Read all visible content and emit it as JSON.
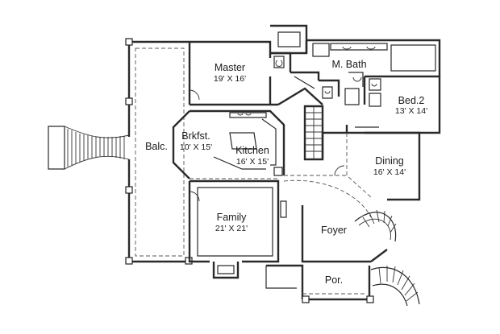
{
  "rooms": {
    "master": {
      "name": "Master",
      "dims": "19' X 16'"
    },
    "mbath": {
      "name": "M. Bath",
      "dims": ""
    },
    "bed2": {
      "name": "Bed.2",
      "dims": "13' X 14'"
    },
    "brkfst": {
      "name": "Brkfst.",
      "dims": "10' X 15'"
    },
    "balc": {
      "name": "Balc.",
      "dims": ""
    },
    "kitchen": {
      "name": "Kitchen",
      "dims": "16' X 15'"
    },
    "dining": {
      "name": "Dining",
      "dims": "16' X 14'"
    },
    "family": {
      "name": "Family",
      "dims": "21' X 21'"
    },
    "foyer": {
      "name": "Foyer",
      "dims": ""
    },
    "porch": {
      "name": "Por.",
      "dims": ""
    }
  },
  "colors": {
    "wall": "#2a2a2a",
    "background": "#ffffff"
  }
}
